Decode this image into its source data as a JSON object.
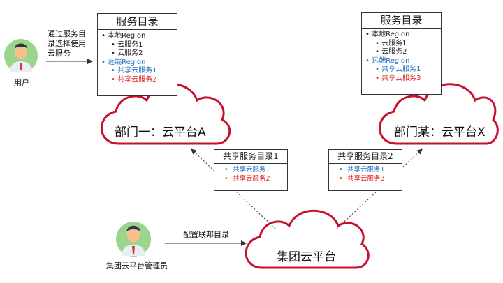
{
  "user": {
    "label": "用户",
    "annotation": "通过服务目\n录选择使用\n云服务"
  },
  "admin": {
    "label": "集团云平台管理员",
    "annotation": "配置联邦目录"
  },
  "catalog_left": {
    "title": "服务目录",
    "items": [
      {
        "text": "本地Region",
        "level": 1,
        "color": "black"
      },
      {
        "text": "云服务1",
        "level": 2,
        "color": "black"
      },
      {
        "text": "云服务2",
        "level": 2,
        "color": "black"
      },
      {
        "text": "远端Region",
        "level": 1,
        "color": "blue"
      },
      {
        "text": "共享云服务1",
        "level": 2,
        "color": "blue"
      },
      {
        "text": "共享云服务2",
        "level": 2,
        "color": "red"
      }
    ]
  },
  "catalog_right": {
    "title": "服务目录",
    "items": [
      {
        "text": "本地Region",
        "level": 1,
        "color": "black"
      },
      {
        "text": "云服务1",
        "level": 2,
        "color": "black"
      },
      {
        "text": "云服务2",
        "level": 2,
        "color": "black"
      },
      {
        "text": "远端Region",
        "level": 1,
        "color": "blue"
      },
      {
        "text": "共享云服务1",
        "level": 2,
        "color": "blue"
      },
      {
        "text": "共享云服务3",
        "level": 2,
        "color": "red"
      }
    ]
  },
  "cloud_a": {
    "label": "部门一：云平台A"
  },
  "cloud_x": {
    "label": "部门某：云平台X"
  },
  "cloud_group": {
    "label": "集团云平台"
  },
  "shared_left": {
    "title": "共享服务目录1",
    "items": [
      {
        "text": "共享云服务1",
        "color": "blue"
      },
      {
        "text": "共享云服务2",
        "color": "red"
      }
    ]
  },
  "shared_right": {
    "title": "共享服务目录2",
    "items": [
      {
        "text": "共享云服务1",
        "color": "blue"
      },
      {
        "text": "共享云服务3",
        "color": "red"
      }
    ]
  },
  "colors": {
    "cloud_stroke": "#c8102e",
    "blue": "#1f6fbf",
    "red": "#e02020",
    "avatar_bg": "#9bd48c"
  }
}
